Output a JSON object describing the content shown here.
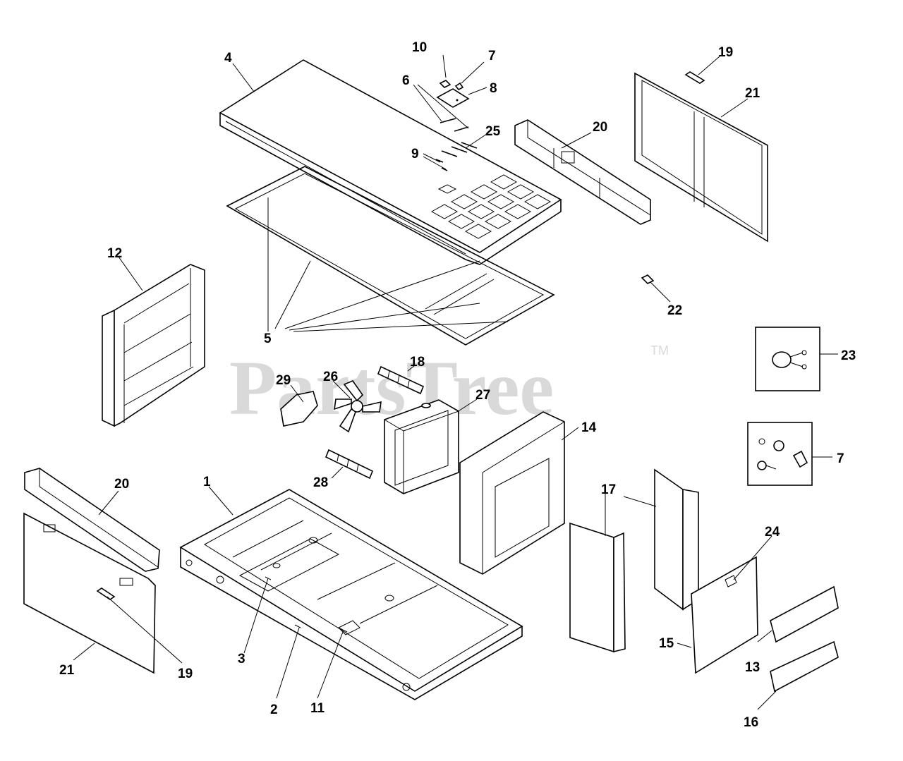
{
  "watermark": {
    "text": "PartsTree",
    "trademark": "TM"
  },
  "labels": {
    "p1": "1",
    "p2": "2",
    "p3": "3",
    "p4": "4",
    "p5": "5",
    "p6": "6",
    "p7a": "7",
    "p7b": "7",
    "p8": "8",
    "p9": "9",
    "p10": "10",
    "p11": "11",
    "p12": "12",
    "p13": "13",
    "p14": "14",
    "p15": "15",
    "p16": "16",
    "p17": "17",
    "p18": "18",
    "p19a": "19",
    "p19b": "19",
    "p20a": "20",
    "p20b": "20",
    "p21a": "21",
    "p21b": "21",
    "p22": "22",
    "p23": "23",
    "p24": "24",
    "p25": "25",
    "p26": "26",
    "p27": "27",
    "p28": "28",
    "p29": "29"
  }
}
